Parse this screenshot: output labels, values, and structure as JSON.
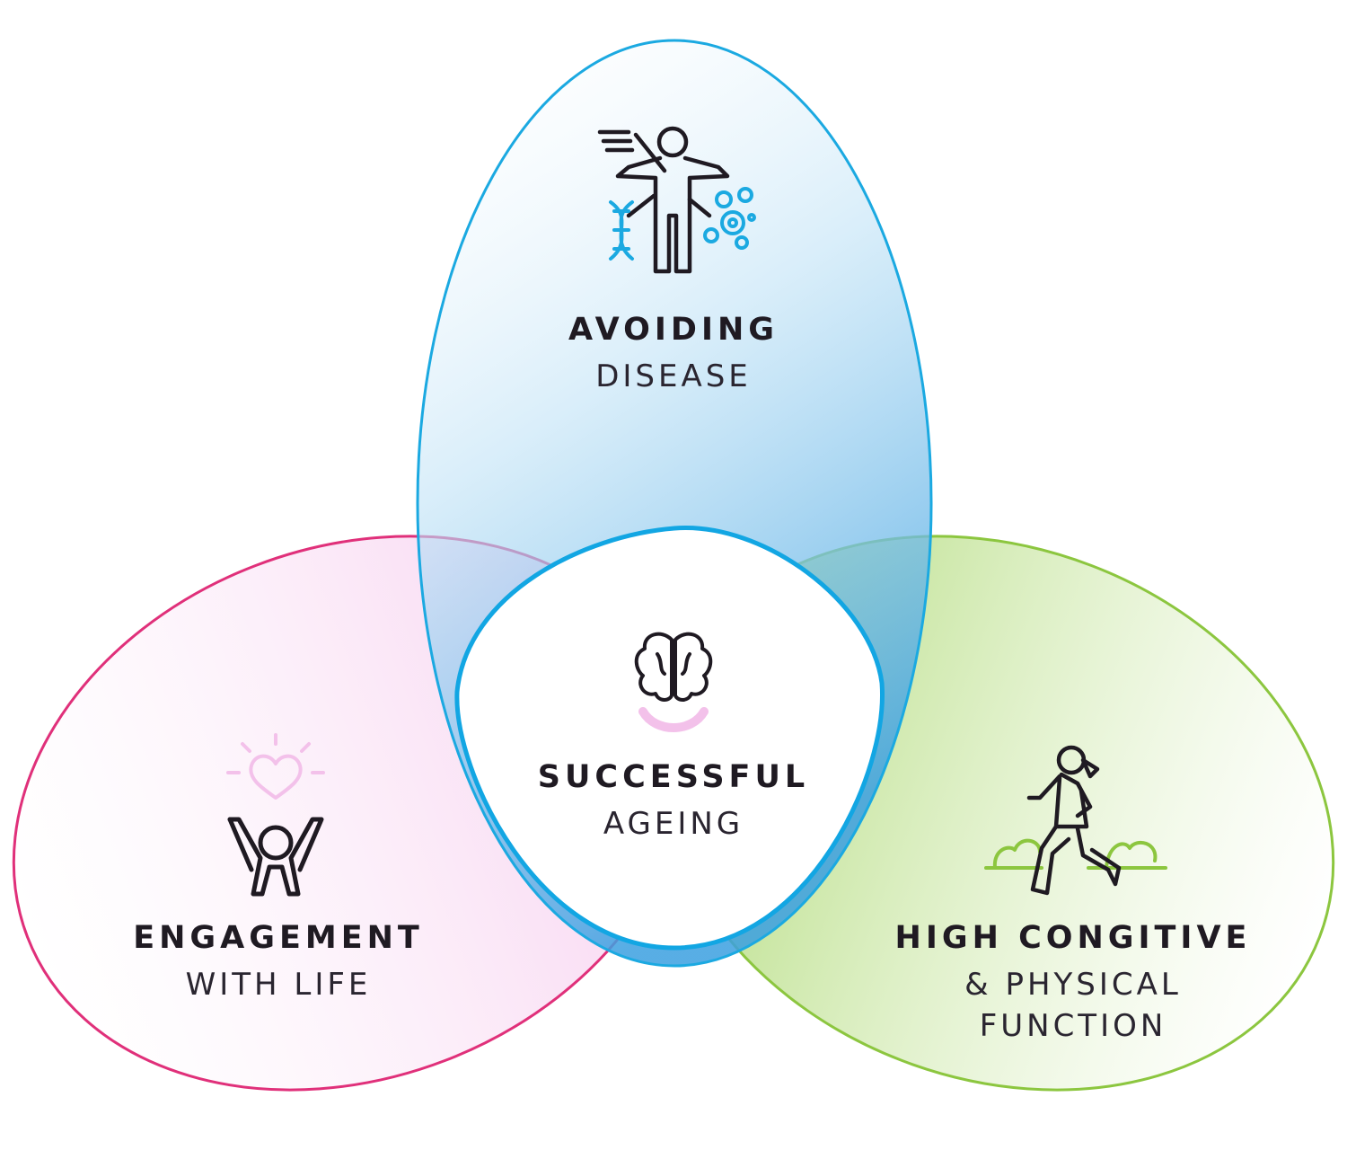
{
  "colors": {
    "blue": "#1ba9e1",
    "pink": "#e0307a",
    "green": "#8cc63f",
    "icon_pink": "#f3c1ea",
    "ink": "#1f1a22"
  },
  "circles": {
    "top": {
      "title": "AVOIDING",
      "subtitle": "DISEASE",
      "icon": "human-body-health-icon"
    },
    "left": {
      "title": "ENGAGEMENT",
      "subtitle": "WITH LIFE",
      "icon": "raised-arms-heart-icon"
    },
    "right": {
      "title": "HIGH CONGITIVE",
      "subtitle_1": "& PHYSICAL",
      "subtitle_2": "FUNCTION",
      "icon": "runner-icon"
    },
    "center": {
      "title": "SUCCESSFUL",
      "subtitle": "AGEING",
      "icon": "brain-smile-icon"
    }
  }
}
